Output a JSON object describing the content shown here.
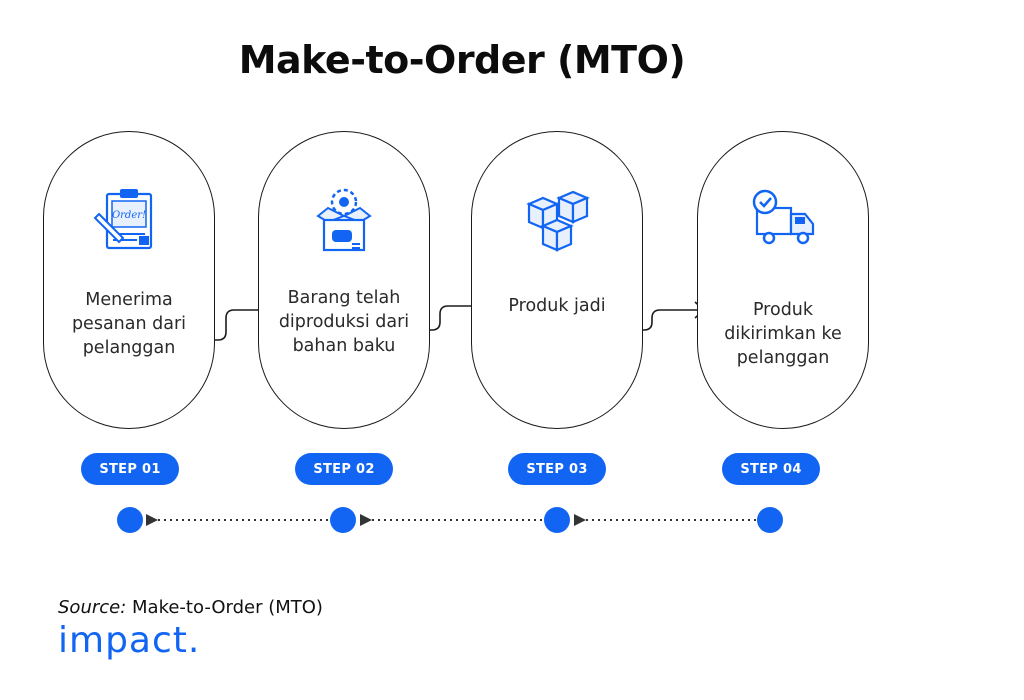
{
  "title": "Make-to-Order (MTO)",
  "steps": [
    {
      "label": "Menerima pesanan dari pelanggan",
      "step": "STEP 01",
      "icon": "order-clipboard-icon"
    },
    {
      "label": "Barang telah diproduksi dari bahan baku",
      "step": "STEP 02",
      "icon": "production-box-icon"
    },
    {
      "label": "Produk jadi",
      "step": "STEP 03",
      "icon": "stacked-boxes-icon"
    },
    {
      "label": "Produk dikirimkan ke pelanggan",
      "step": "STEP 04",
      "icon": "delivery-truck-icon"
    }
  ],
  "source": {
    "prefix": "Source:",
    "text": " Make-to-Order (MTO)"
  },
  "logo": "impact.",
  "colors": {
    "accent": "#1265f3",
    "outline": "#1b1b1b",
    "dotted": "#333333"
  }
}
